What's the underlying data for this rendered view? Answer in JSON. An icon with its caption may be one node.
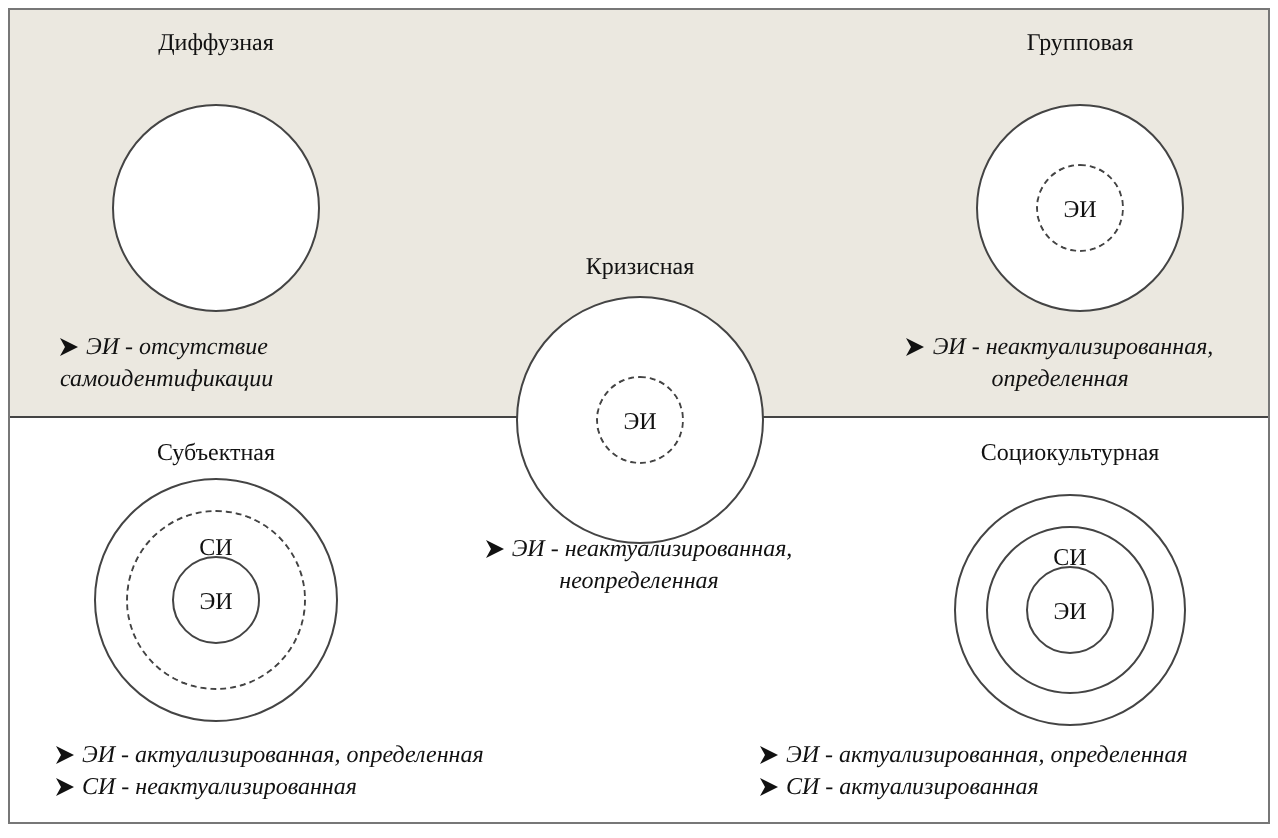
{
  "diagram": {
    "nodes": [
      {
        "text": [
          "Диффузная"
        ],
        "beside": [
          "ЭИ - отсутствие самоидентификации"
        ]
      },
      {
        "text": [
          "Групповая"
        ],
        "beside": [
          "ЭИ - неактуализированная, определенная"
        ]
      },
      {
        "text": [
          "ЭИ"
        ],
        "in": 1
      },
      {
        "text": [
          "Кризисная"
        ],
        "beside": [
          "ЭИ - неактуализированная, неопределенная"
        ]
      },
      {
        "text": [
          "ЭИ"
        ],
        "in": 3
      },
      {
        "text": [
          "Субъектная"
        ],
        "beside": [
          "ЭИ - актуализированная, определенная",
          "СИ - неактуализированная"
        ]
      },
      {
        "text": [
          "СИ"
        ],
        "in": 5
      },
      {
        "text": [
          "ЭИ"
        ],
        "in": 6
      },
      {
        "text": [
          "Социокультурная"
        ],
        "beside": [
          "ЭИ - актуализированная, определенная",
          "СИ - актуализированная"
        ]
      },
      {
        "text": [
          "СИ"
        ],
        "in": 8
      },
      {
        "text": [
          "ЭИ"
        ],
        "in": 9
      }
    ]
  }
}
